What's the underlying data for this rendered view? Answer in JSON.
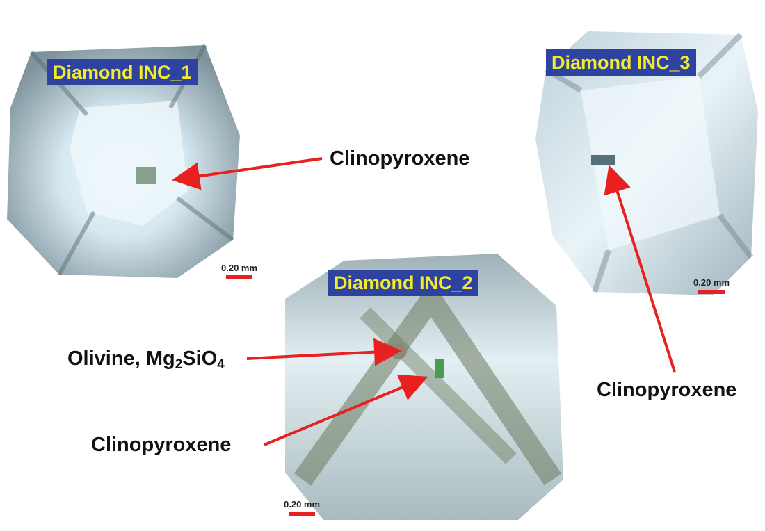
{
  "figure": {
    "specimens": [
      {
        "id": "inc1",
        "label": "Diamond INC_1",
        "scale": "0.20 mm",
        "inclusions": [
          "Clinopyroxene"
        ]
      },
      {
        "id": "inc2",
        "label": "Diamond INC_2",
        "scale": "0.20 mm",
        "inclusions": [
          "Olivine, Mg2SiO4",
          "Clinopyroxene"
        ]
      },
      {
        "id": "inc3",
        "label": "Diamond INC_3",
        "scale": "0.20 mm",
        "inclusions": [
          "Clinopyroxene"
        ]
      }
    ],
    "captions": {
      "inc1_cpx": "Clinopyroxene",
      "inc2_olivine_prefix": "Olivine, Mg",
      "inc2_olivine_sub1": "2",
      "inc2_olivine_mid": "SiO",
      "inc2_olivine_sub2": "4",
      "inc2_cpx": "Clinopyroxene",
      "inc3_cpx": "Clinopyroxene"
    },
    "colors": {
      "label_bg": "#2e43a0",
      "label_text": "#f4ec2a",
      "arrow": "#e8201f"
    }
  }
}
